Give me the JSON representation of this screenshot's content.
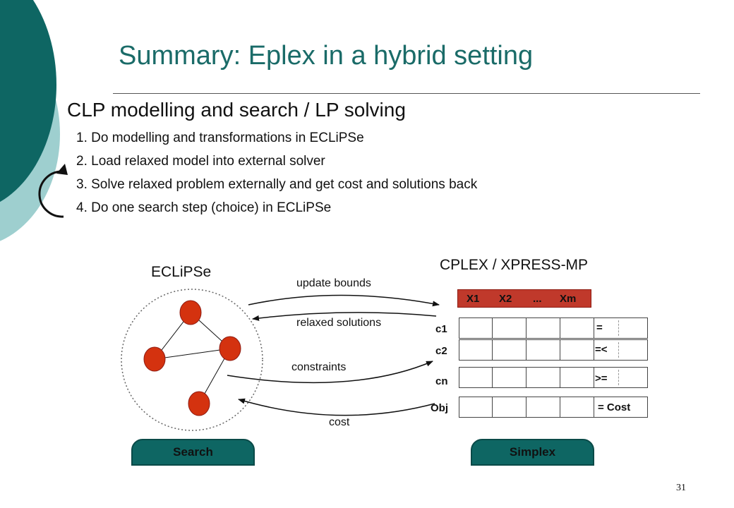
{
  "slide": {
    "title": "Summary: Eplex in a hybrid setting",
    "heading": "CLP modelling and search / LP solving",
    "steps": [
      "1. Do modelling and transformations in ECLiPSe",
      "2. Load relaxed model into external solver",
      "3. Solve relaxed problem externally and get cost and solutions back",
      "4. Do one search step (choice) in ECLiPSe"
    ],
    "page_number": "31"
  },
  "diagram": {
    "eclipse_label": "ECLiPSe",
    "solver_label": "CPLEX / XPRESS-MP",
    "arrows": {
      "update_bounds": "update bounds",
      "relaxed_solutions": "relaxed solutions",
      "constraints": "constraints",
      "cost": "cost"
    },
    "variables": [
      "X1",
      "X2",
      "...",
      "Xm"
    ],
    "rows": [
      {
        "label": "c1",
        "op": "="
      },
      {
        "label": "c2",
        "op": "=<"
      },
      {
        "label": "cn",
        "op": ">="
      },
      {
        "label": "Obj",
        "op": "= Cost"
      }
    ],
    "search_tab": "Search",
    "simplex_tab": "Simplex"
  },
  "colors": {
    "teal_dark": "#0e6663",
    "teal_light": "#9ecfcf",
    "node_red": "#d4320f",
    "title_teal": "#1a6b68"
  }
}
